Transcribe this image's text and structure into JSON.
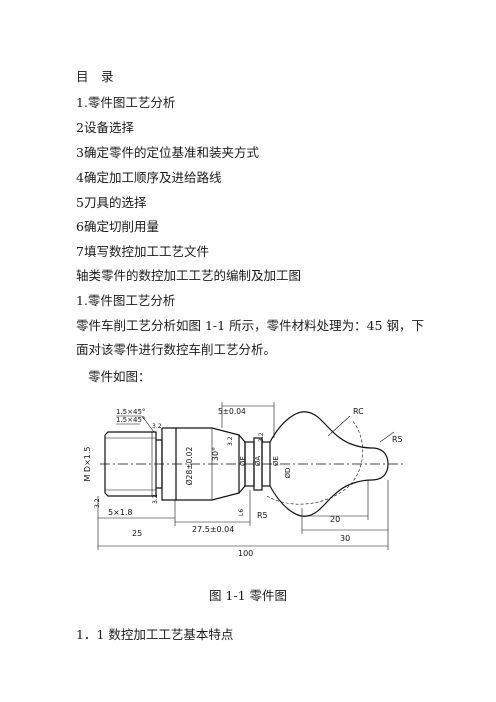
{
  "toc": {
    "title": "目　录",
    "items": [
      "1.零件图工艺分析",
      "2设备选择",
      "3确定零件的定位基准和装夹方式",
      "4确定加工顺序及进给路线",
      "5刀具的选择",
      "6确定切削用量",
      "7填写数控加工工艺文件"
    ]
  },
  "doc": {
    "title": "轴类零件的数控加工工艺的编制及加工图",
    "section1_heading": "1.零件图工艺分析",
    "section1_body": "零件车削工艺分析如图 1-1 所示，零件材料处理为：45 钢，下面对该零件进行数控车削工艺分析。",
    "figure_intro": "零件如图：",
    "figure_caption": "图 1-1 零件图",
    "subsection_heading": "1．1 数控加工工艺基本特点"
  },
  "drawing": {
    "labels": {
      "chamfer1": "1.5×45°",
      "chamfer2": "1.5×45°",
      "angle": "30°",
      "len5": "5±0.04",
      "rc": "RC",
      "r5_right": "R5",
      "r5_bottom": "R5",
      "thread": "M D×1.5",
      "dia28": "Ø28±0.02",
      "diaE1": "ØE",
      "diaA": "ØA",
      "diaE2": "ØE",
      "diaD": "ØD",
      "ra32_a": "3.2",
      "ra32_b": "3.2",
      "ra32_c": "3.2",
      "ra32_d": "3.2",
      "ra32_e": "3.2",
      "groove": "5×1.8",
      "len6": "L6",
      "d25": "25",
      "d275": "27.5±0.04",
      "d20": "20",
      "d30": "30",
      "d100": "100"
    }
  }
}
